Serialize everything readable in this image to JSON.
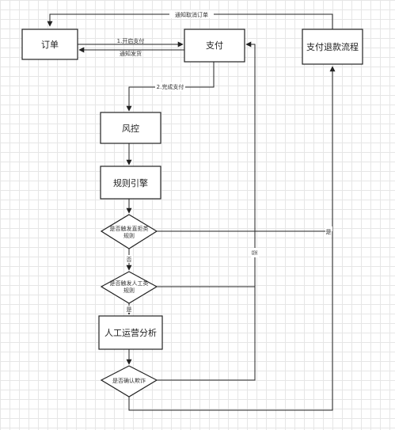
{
  "nodes": {
    "order": "订单",
    "pay": "支付",
    "refund": "支付退款流程",
    "risk": "风控",
    "rule_engine": "规则引擎",
    "decision_reject": [
      "是否触发直拒类",
      "规则"
    ],
    "decision_manual": [
      "是否触发人工类",
      "规则"
    ],
    "manual_analysis": "人工运营分析",
    "decision_fraud": "是否确认欺诈"
  },
  "edges": {
    "notify_cancel_order": "通知取消订单",
    "initiate_payment": "1.开启支付",
    "notify_shipping": "通知发货",
    "payment_complete": "2.完成支付",
    "reject_yes": "是",
    "reject_no": "否",
    "manual_yes": "是",
    "manual_no": "否"
  }
}
